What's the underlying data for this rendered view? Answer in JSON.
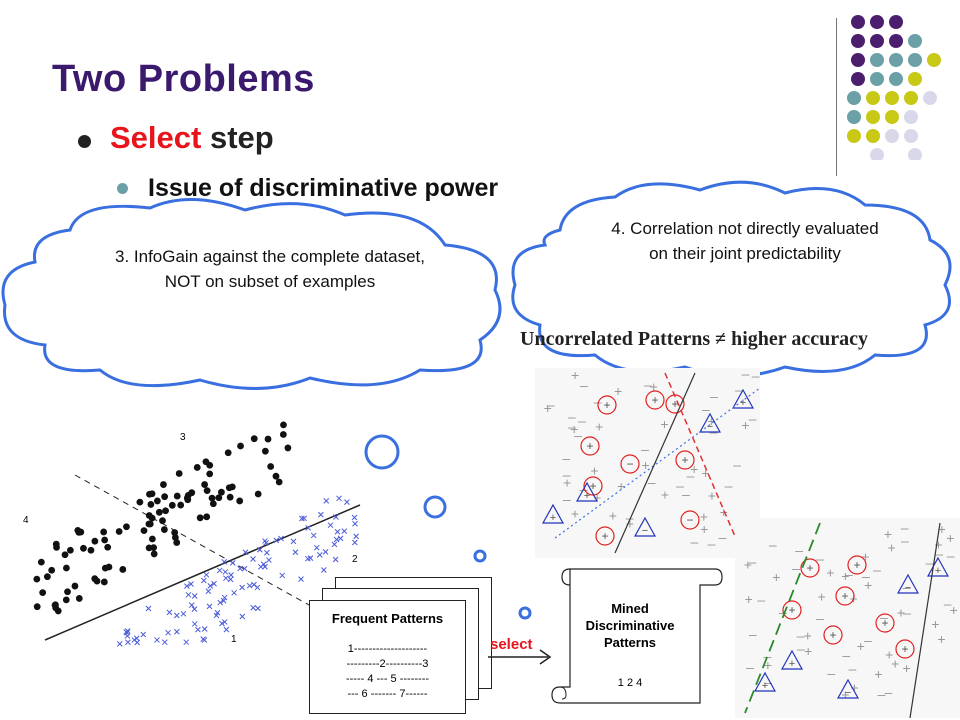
{
  "slide": {
    "title": "Two Problems",
    "bullet_highlight": "Select",
    "bullet_rest": " step",
    "sub_bullet": "Issue of discriminative power"
  },
  "clouds": {
    "left_text": "3. InfoGain against the complete dataset, NOT on subset of examples",
    "right_text": "4. Correlation not directly evaluated on their joint predictability"
  },
  "formula": {
    "left": "Uncorrelated Patterns",
    "symbol": "≠",
    "right": "higher accuracy"
  },
  "scatter": {
    "label_1": "1",
    "label_2": "2",
    "label_3": "3",
    "label_4": "4"
  },
  "frequent_doc": {
    "title": "Frequent Patterns",
    "lines": [
      "1--------------------",
      "---------2----------3",
      "----- 4 --- 5 --------",
      "--- 6 ------- 7------"
    ]
  },
  "arrow_label": "select",
  "mined_doc": {
    "title_1": "Mined",
    "title_2": "Discriminative",
    "title_3": "Patterns",
    "items": "1 2 4"
  },
  "colors": {
    "title": "#3b1a6e",
    "highlight": "#e8141c",
    "cloud_stroke": "#3a6fe0",
    "dot_purple": "#4b1f6e",
    "dot_teal": "#6aa0a6",
    "dot_olive": "#c8c817",
    "dot_lavender": "#d8d8ea"
  }
}
